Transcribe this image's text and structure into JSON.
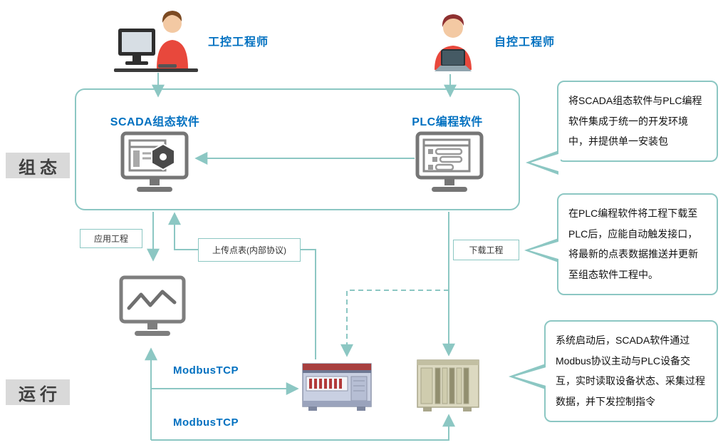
{
  "diagram": {
    "actors": {
      "industrial": "工控工程师",
      "automation": "自控工程师"
    },
    "stages": {
      "config": "组态",
      "runtime": "运行"
    },
    "software": {
      "scada": "SCADA组态软件",
      "plc": "PLC编程软件"
    },
    "flows": {
      "apply_project": "应用工程",
      "upload_points": "上传点表(内部协议)",
      "download_project": "下载工程",
      "modbus_tcp_1": "ModbusTCP",
      "modbus_tcp_2": "ModbusTCP"
    },
    "callouts": [
      {
        "text": "将SCADA组态软件与PLC编程软件集成于统一的开发环境中，并提供单一安装包"
      },
      {
        "text": "在PLC编程软件将工程下载至PLC后，应能自动触发接口，将最新的点表数据推送并更新至组态软件工程中。"
      },
      {
        "text": "系统启动后，SCADA软件通过Modbus协议主动与PLC设备交互，实时读取设备状态、采集过程数据，并下发控制指令"
      }
    ],
    "icons": {
      "actor_left": "engineer-at-desktop-icon",
      "actor_right": "engineer-with-laptop-icon",
      "scada_software": "scada-software-monitor-icon",
      "plc_software": "plc-software-monitor-icon",
      "runtime_hmi": "hmi-chart-monitor-icon",
      "device_modbus": "modbus-device-icon",
      "device_plc": "plc-rack-icon"
    },
    "colors": {
      "teal": "#8CC7C3",
      "blue": "#0070C0",
      "stage_bg": "#D9D9D9",
      "stage_text": "#404040"
    }
  }
}
